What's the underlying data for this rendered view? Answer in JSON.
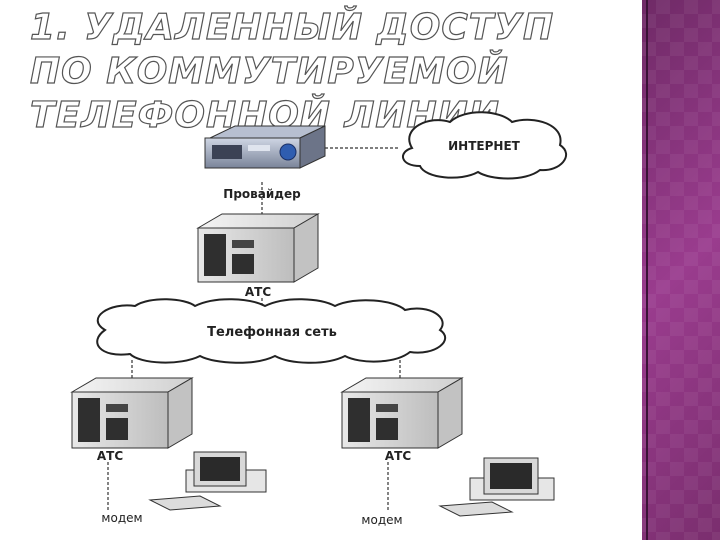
{
  "slide": {
    "title": "1. Удаленный доступ по коммутируемой телефонной линии"
  },
  "diagram": {
    "nodes": {
      "internet": "ИНТЕРНЕТ",
      "provider": "Провайдер",
      "ats_top": "АТС",
      "phone_network": "Телефонная сеть",
      "ats_left": "АТС",
      "ats_right": "АТС",
      "modem_left": "модем",
      "modem_right": "модем"
    }
  },
  "colors": {
    "sidebar": "#8a3580",
    "title_outline": "#555555"
  }
}
